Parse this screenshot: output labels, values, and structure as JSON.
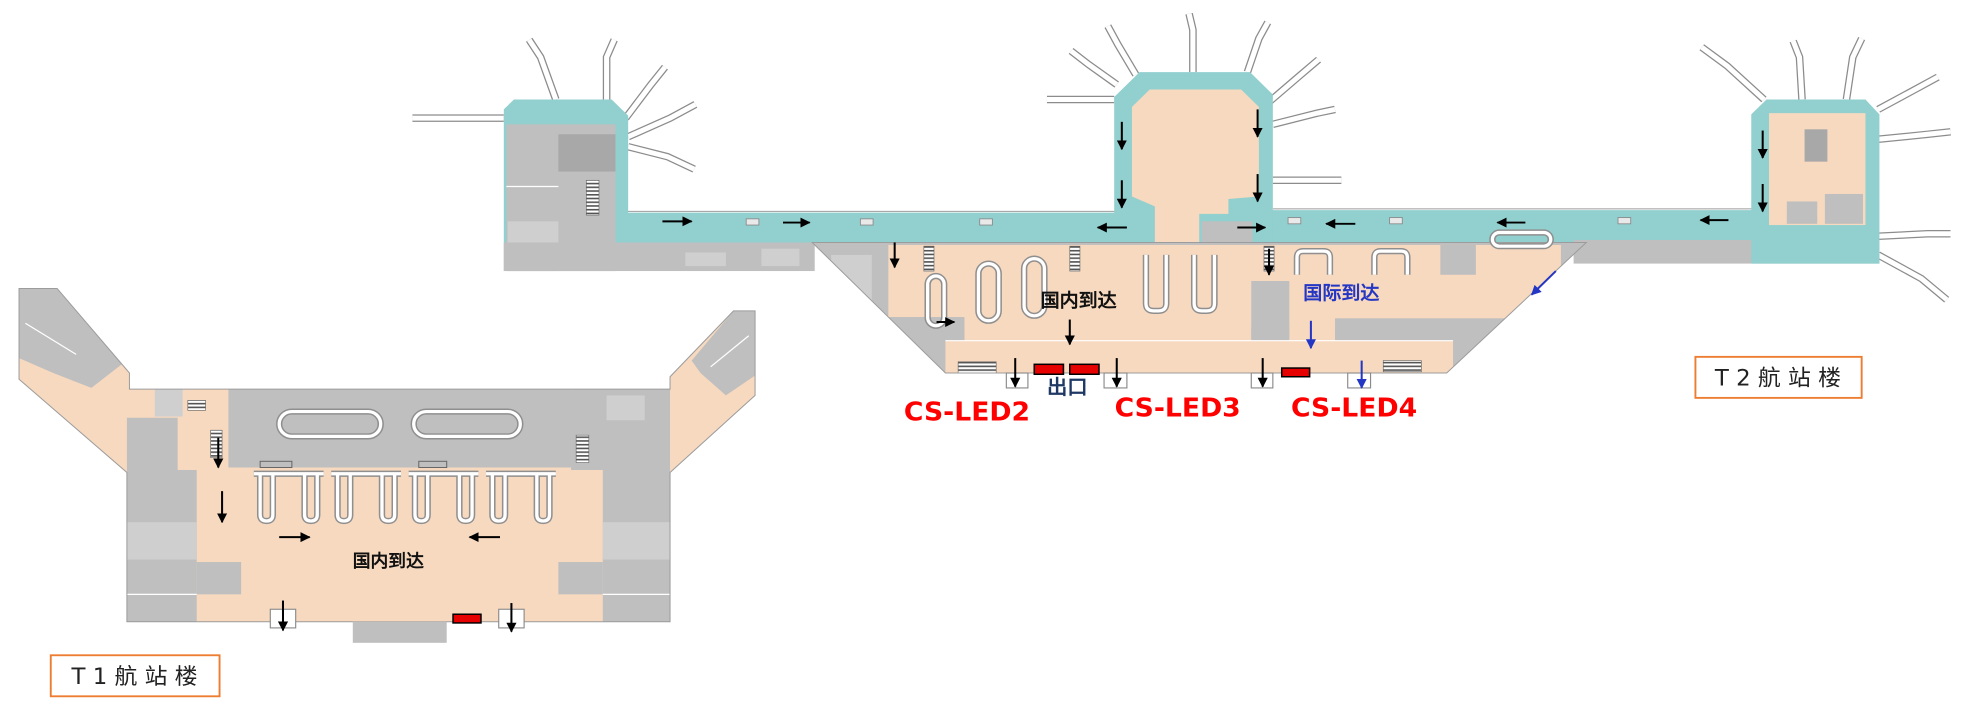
{
  "map": {
    "t2": {
      "terminal_label": "T 2 航 站 楼",
      "domestic_arrival": "国内到达",
      "international_arrival": "国际到达",
      "exit": "出口",
      "screens": [
        "CS-LED2",
        "CS-LED3",
        "CS-LED4"
      ]
    },
    "t1": {
      "terminal_label": "T 1 航 站 楼",
      "domestic_arrival": "国内到达"
    }
  },
  "colors": {
    "teal": "#92cfcf",
    "peach": "#f7d9bf",
    "gray": "#bfbfbf",
    "led_marker": "#e60000",
    "screen_label": "#ff0000",
    "international_arrival": "#2436c4",
    "exit": "#1f3864",
    "terminal_label_border": "#ed7d31"
  },
  "icons": {
    "flow_arrow": "arrow-icon",
    "screen_marker": "led-screen-icon"
  }
}
